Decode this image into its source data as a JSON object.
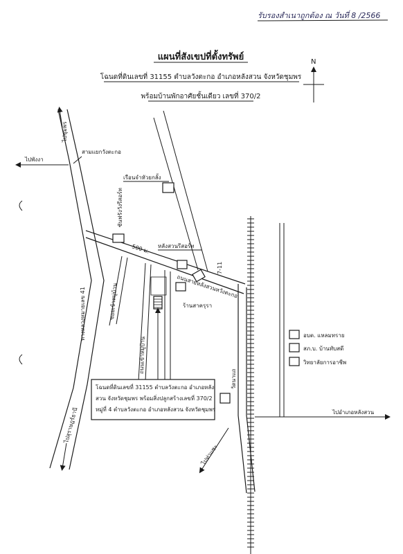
{
  "handwritten_note": "รับรองสำเนาถูกต้อง ณ วันที่ 8 /2566",
  "title": "แผนที่สังเขปที่ตั้งทรัพย์",
  "subtitle_line1": "โฉนดที่ดินเลขที่ 31155 ตำบลวังตะกอ อำเภอหลังสวน จังหวัดชุมพร",
  "subtitle_line2": "พร้อมบ้านพักอาศัยชั้นเดียว เลขที่ 370/2",
  "north_label": "N",
  "roads": {
    "to_chumphon": "ไปชุมพร",
    "highway_41": "ทางหลวงหมายเลข 41",
    "to_surat": "ไปสุราษฎร์ธานี",
    "to_phang_nga": "ไปพังงา",
    "distance": "500 ม.",
    "rural_road": "ถนนสายหลังสวนหวังตะกอ",
    "to_lang_suan": "ไปอำเภอหลังสวน",
    "to_tha_sae": "ไปท่าแซะ",
    "small_road": "ถนนเข้าหมู่บ้าน",
    "soi_a": "ซอยเข้าหมู่บ้าน"
  },
  "landmarks": {
    "wang_takho_junction": "สามแยกวังตะกอ",
    "wang_takho_market": "เรือนจำหัวยกลั้ง",
    "lang_suan_rubber": "ซันฟรังวังรีสอร์ท",
    "lang_suan_resort": "หลังสวนรีสอร์ท",
    "sign_711": "7-11",
    "shop": "ร้านสาครุรา",
    "temple": "วัดนาแถ",
    "obt": "อบต. แหลมทราย",
    "police": "สภ.บ. บ้านทับสดี",
    "college": "วิทยาลัยการอาชีพ"
  },
  "property_note_line1": "โฉนดที่ดินเลขที่ 31155  ตำบลวังตะกอ อำเภอหลัง",
  "property_note_line2": "สวน จังหวัดชุมพร พร้อมสิ่งปลูกสร้างเลขที่ 370/2",
  "property_note_line3": "หมู่ที่ 4 ตำบลวังตะกอ อำเภอหลังสวน จังหวัดชุมพร"
}
